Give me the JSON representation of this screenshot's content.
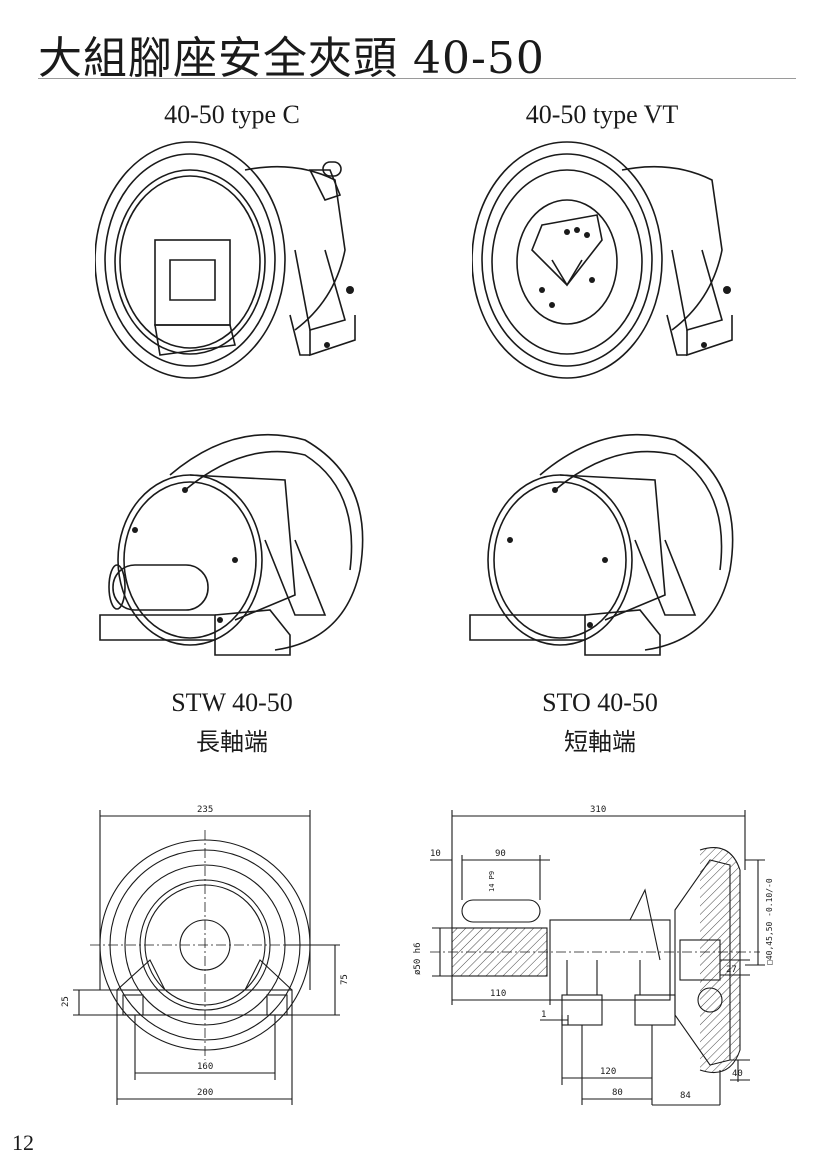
{
  "title": "大組腳座安全夾頭 40-50",
  "products": [
    {
      "caption": "40-50 type C"
    },
    {
      "caption": "40-50 type VT"
    },
    {
      "caption": "STW 40-50",
      "sub": "長軸端"
    },
    {
      "caption": "STO 40-50",
      "sub": "短軸端"
    }
  ],
  "front_view": {
    "dim_235": "235",
    "dim_25": "25",
    "dim_75": "75",
    "dim_160": "160",
    "dim_200": "200"
  },
  "side_view": {
    "dim_310": "310",
    "dim_10": "10",
    "dim_90": "90",
    "dim_14p9": "14 P9",
    "dim_50h6": "ø50 h6",
    "dim_110": "110",
    "dim_1": "1",
    "dim_120": "120",
    "dim_80": "80",
    "dim_84": "84",
    "dim_40": "40",
    "dim_27": "27",
    "dim_square": "□40,45,50 -0.10/-0"
  },
  "page_number": "12"
}
